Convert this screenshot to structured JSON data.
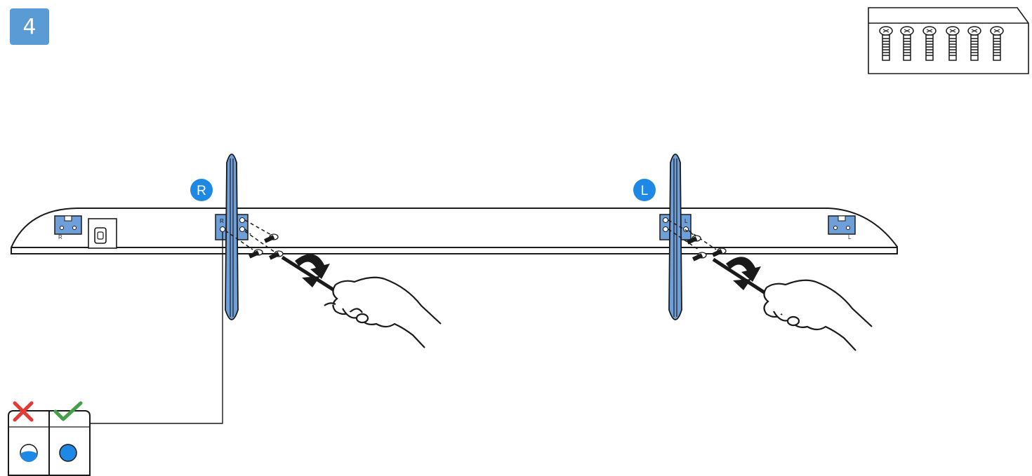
{
  "step": {
    "number": "4"
  },
  "labels": {
    "right_stand_badge": "R",
    "left_stand_badge": "L",
    "right_bracket_mark": "R",
    "left_bracket_mark": "L",
    "right_corner_mark": "R",
    "left_corner_mark": "L"
  },
  "hardware": {
    "screw_count": 6
  },
  "detail": {
    "wrong_symbol": "✕",
    "right_symbol": "✓"
  },
  "colors": {
    "accent_blue": "#1e88e5",
    "stand_blue": "#6f9fd8",
    "badge_blue": "#5b9bd5",
    "wrong_red": "#e53935",
    "right_green": "#43a047",
    "line_dark": "#1a1a1a"
  }
}
